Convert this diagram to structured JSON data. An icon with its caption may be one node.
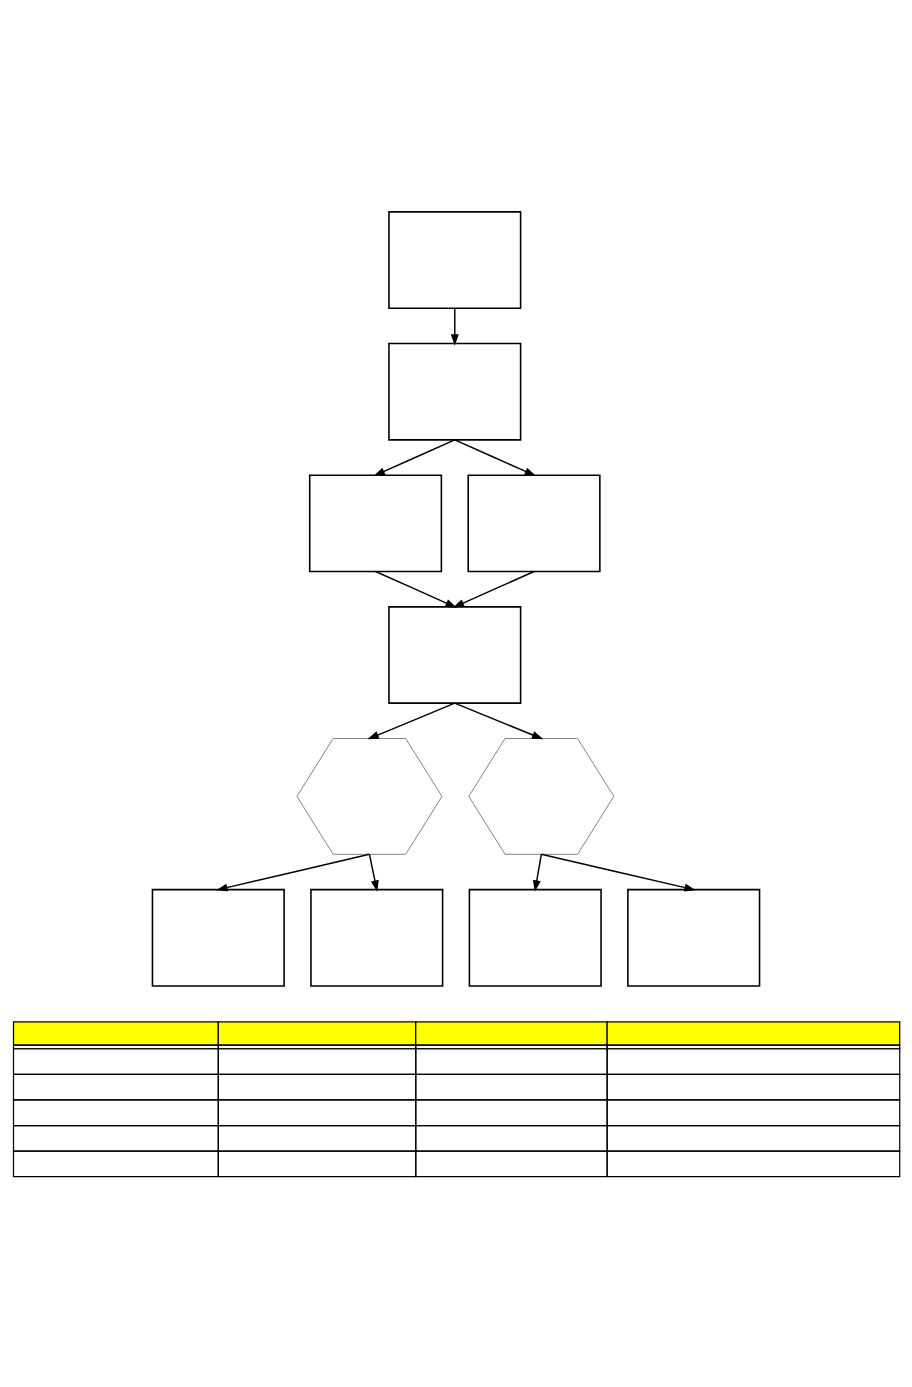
{
  "diagram": {
    "nodes": [
      {
        "text": [],
        "shape": "box"
      },
      {
        "text": [],
        "shape": "box"
      },
      {
        "text": [],
        "shape": "box"
      },
      {
        "text": [],
        "shape": "box"
      },
      {
        "text": [],
        "shape": "box"
      },
      {
        "text": [],
        "shape": "hexagon"
      },
      {
        "text": [],
        "shape": "hexagon"
      },
      {
        "text": [],
        "shape": "box"
      },
      {
        "text": [],
        "shape": "box"
      },
      {
        "text": [],
        "shape": "box"
      },
      {
        "text": [],
        "shape": "box"
      },
      {
        "text": [],
        "shape": "table"
      }
    ],
    "edges": [
      {
        "from": 0,
        "to": 1,
        "arrow": "to"
      },
      {
        "from": 1,
        "to": 2,
        "arrow": "to"
      },
      {
        "from": 1,
        "to": 3,
        "arrow": "to"
      },
      {
        "from": 2,
        "to": 4,
        "arrow": "to"
      },
      {
        "from": 3,
        "to": 4,
        "arrow": "to"
      },
      {
        "from": 4,
        "to": 5,
        "arrow": "to"
      },
      {
        "from": 4,
        "to": 6,
        "arrow": "to"
      },
      {
        "from": 5,
        "to": 7,
        "arrow": "to"
      },
      {
        "from": 5,
        "to": 8,
        "arrow": "to"
      },
      {
        "from": 6,
        "to": 9,
        "arrow": "to"
      },
      {
        "from": 6,
        "to": 10,
        "arrow": "to"
      }
    ]
  }
}
